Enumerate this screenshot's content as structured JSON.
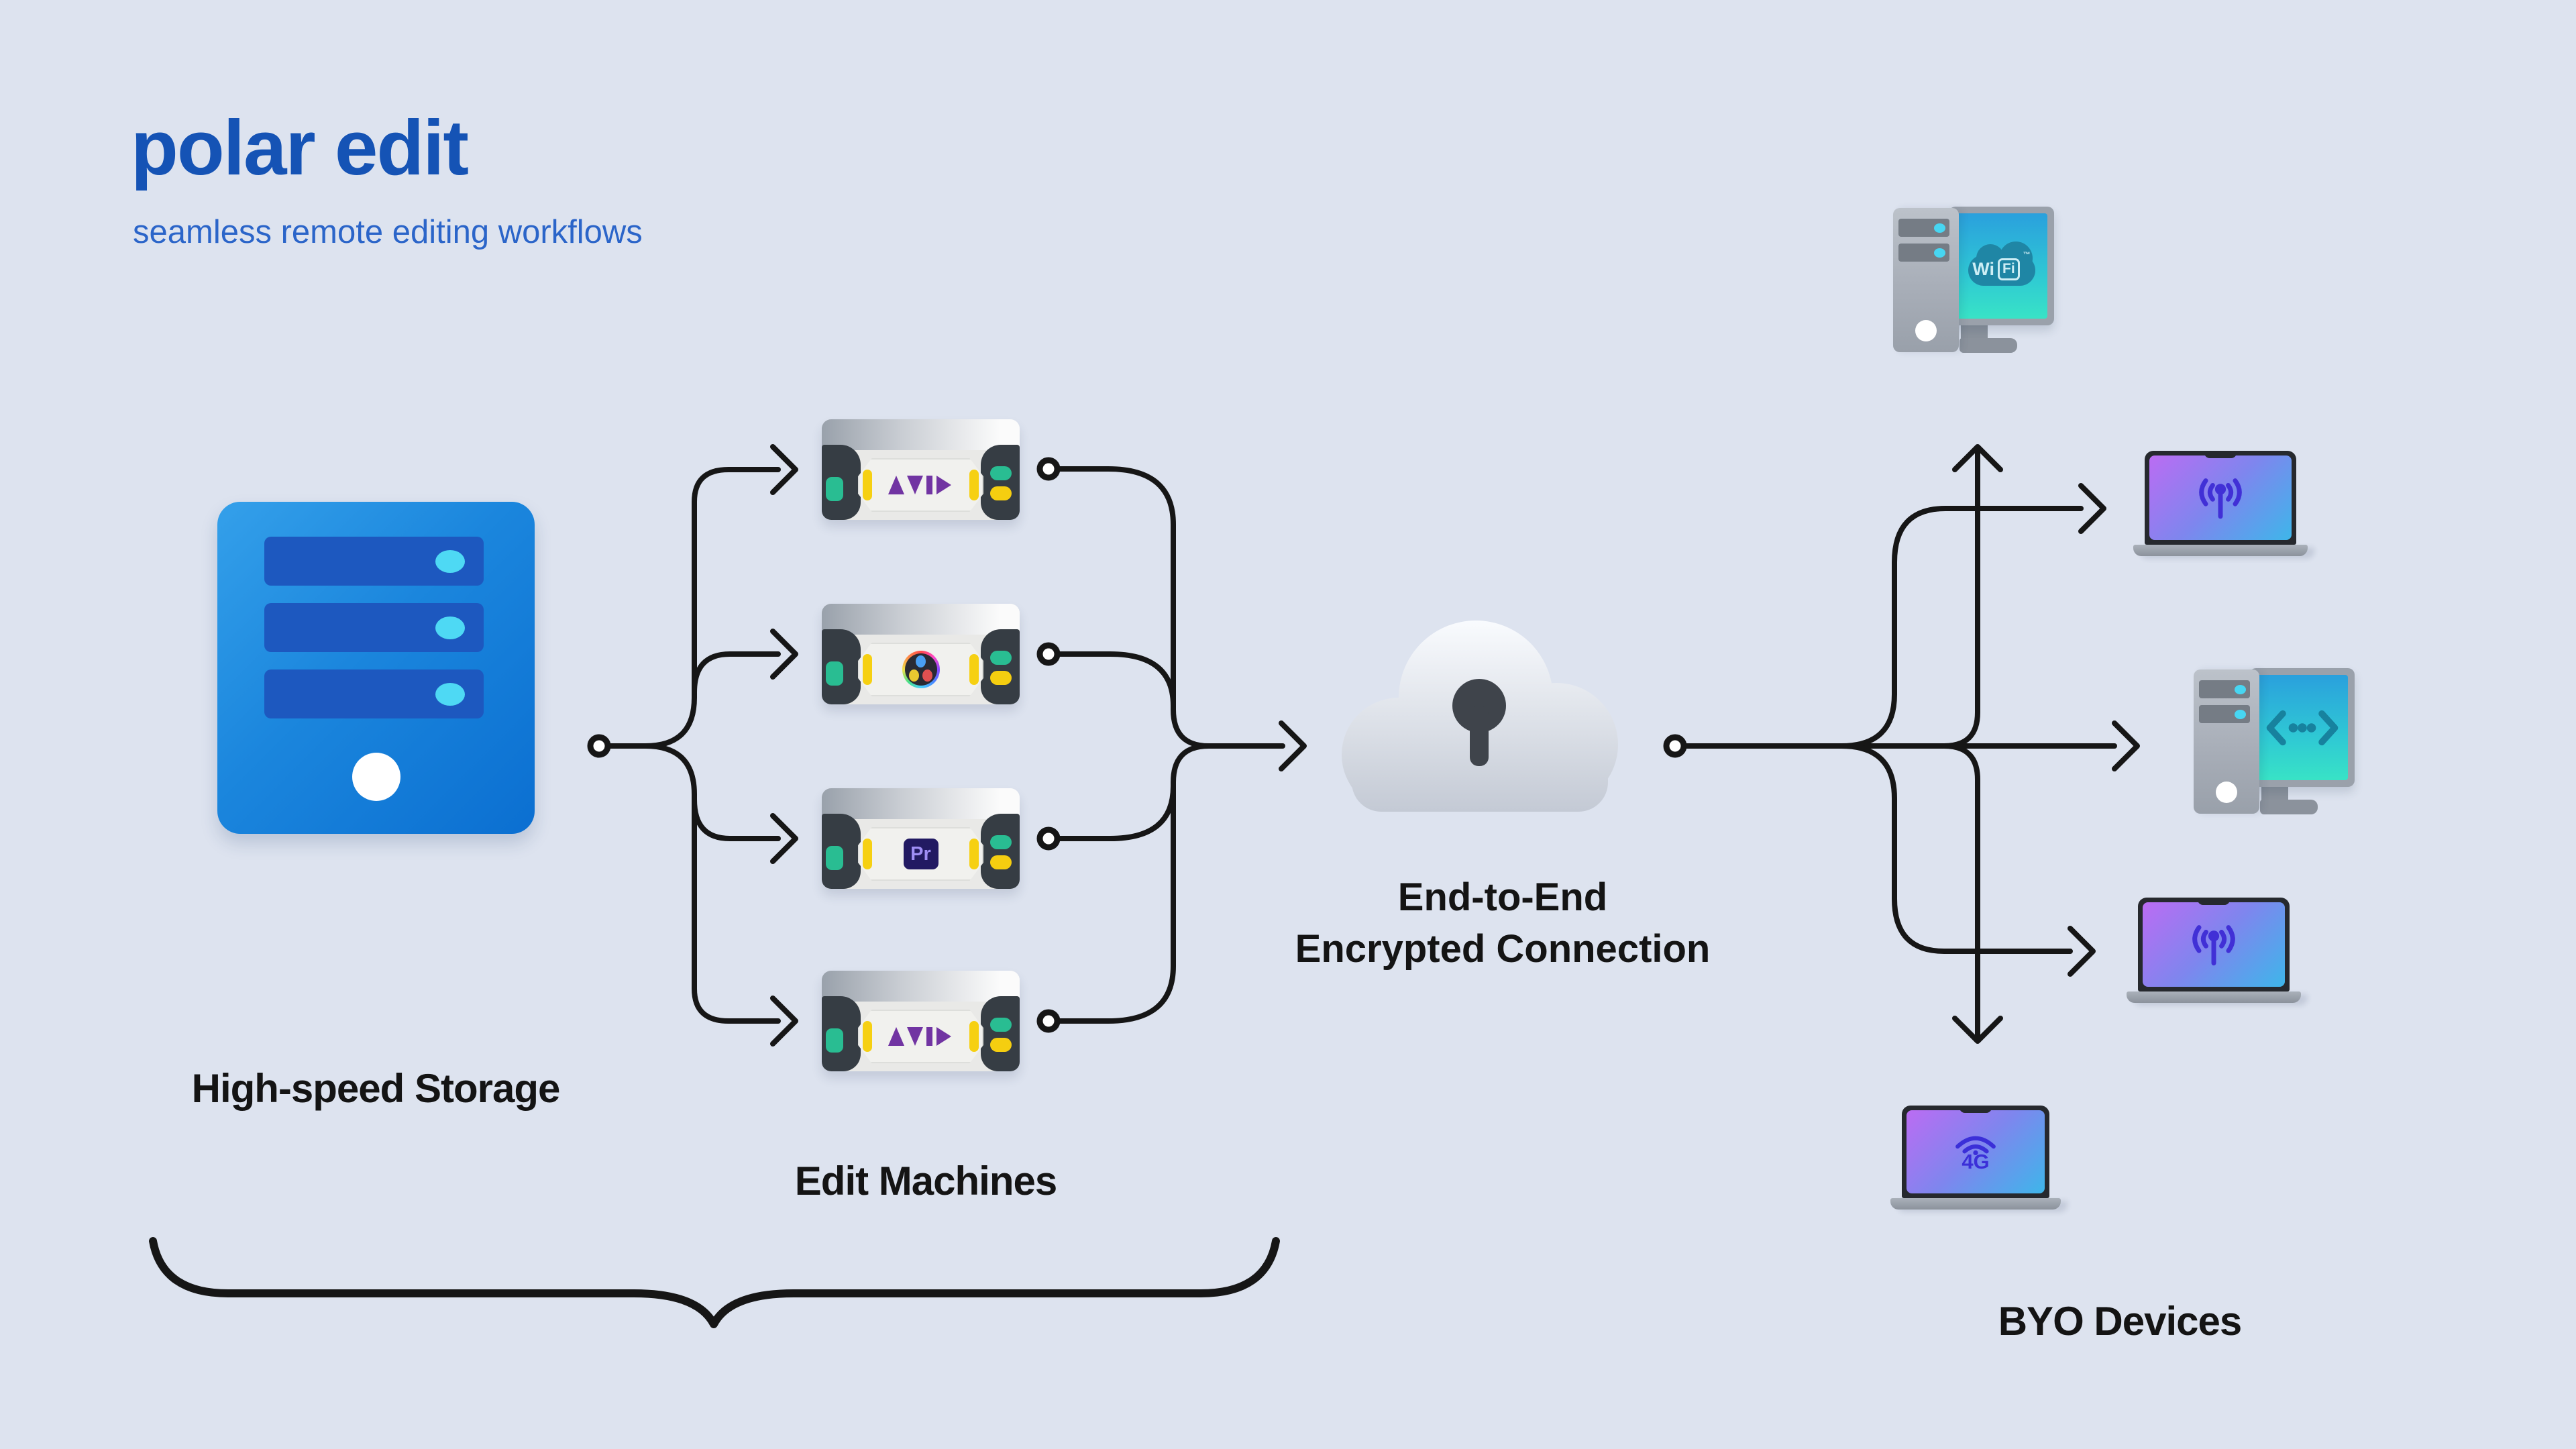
{
  "header": {
    "title": "polar edit",
    "subtitle": "seamless remote editing workflows",
    "title_color": "#1553b5",
    "subtitle_color": "#2b65c9"
  },
  "storage": {
    "label": "High-speed Storage",
    "icon": "storage-server-icon",
    "bay_count": 3
  },
  "edit_machines": {
    "label": "Edit Machines",
    "items": [
      {
        "name": "edit-machine-avid-1",
        "logo": "avid-logo"
      },
      {
        "name": "edit-machine-resolve",
        "logo": "davinci-resolve-logo"
      },
      {
        "name": "edit-machine-premiere",
        "logo": "premiere-pro-logo",
        "badge_text": "Pr"
      },
      {
        "name": "edit-machine-avid-2",
        "logo": "avid-logo"
      }
    ]
  },
  "cloud": {
    "label_line1": "End-to-End",
    "label_line2": "Encrypted Connection",
    "icon": "cloud-keyhole-icon"
  },
  "byo": {
    "label": "BYO Devices",
    "devices": [
      {
        "name": "desktop-wifi",
        "icon": "wifi-logo",
        "text_wi": "Wi",
        "text_fi": "Fi",
        "trademark": "™"
      },
      {
        "name": "laptop-antenna-upper",
        "icon": "antenna-signal-icon"
      },
      {
        "name": "desktop-code",
        "icon": "code-icon"
      },
      {
        "name": "laptop-antenna-lower",
        "icon": "antenna-signal-icon"
      },
      {
        "name": "laptop-4g",
        "icon": "wifi-4g-icon",
        "text": "4G"
      }
    ]
  },
  "colors": {
    "background": "#dde3ef",
    "line": "#161616",
    "accent_blue": "#1553b5",
    "storage_gradient": [
      "#34a0ea",
      "#0b6fd1"
    ],
    "screen_teal_gradient": [
      "#2aa0dd",
      "#38e3c6"
    ],
    "screen_violet_gradient": [
      "#bb6cf3",
      "#3eb6ea"
    ],
    "avid_purple": "#7134a2",
    "premiere_bg": "#221a62",
    "premiere_text": "#9f8ef5",
    "teal_led": "#29bd92",
    "yellow_led": "#f5ce10",
    "cyan_led": "#4ed9f4"
  }
}
